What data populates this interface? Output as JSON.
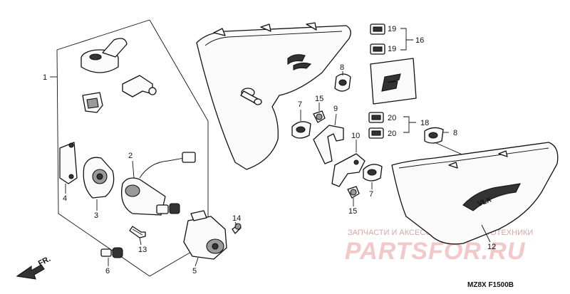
{
  "diagram": {
    "callouts": [
      {
        "id": "1",
        "text": "1"
      },
      {
        "id": "2",
        "text": "2"
      },
      {
        "id": "3",
        "text": "3"
      },
      {
        "id": "4",
        "text": "4"
      },
      {
        "id": "5",
        "text": "5"
      },
      {
        "id": "6",
        "text": "6"
      },
      {
        "id": "7a",
        "text": "7"
      },
      {
        "id": "7b",
        "text": "7"
      },
      {
        "id": "8a",
        "text": "8"
      },
      {
        "id": "8b",
        "text": "8"
      },
      {
        "id": "9",
        "text": "9"
      },
      {
        "id": "10",
        "text": "10"
      },
      {
        "id": "12",
        "text": "12"
      },
      {
        "id": "13",
        "text": "13"
      },
      {
        "id": "14",
        "text": "14"
      },
      {
        "id": "15a",
        "text": "15"
      },
      {
        "id": "15b",
        "text": "15"
      },
      {
        "id": "16",
        "text": "16"
      },
      {
        "id": "18",
        "text": "18"
      },
      {
        "id": "19a",
        "text": "19"
      },
      {
        "id": "19b",
        "text": "19"
      },
      {
        "id": "20a",
        "text": "20"
      },
      {
        "id": "20b",
        "text": "20"
      }
    ],
    "emblem_text": "VLX",
    "direction_label": "FR.",
    "diagram_code": "MZ8X F1500B"
  },
  "watermark": {
    "caption": "ЗАПЧАСТИ И АКСЕССУАРЫ ДЛЯ МОТОТЕХНИКИ",
    "brand": "PARTSFOR.RU"
  }
}
